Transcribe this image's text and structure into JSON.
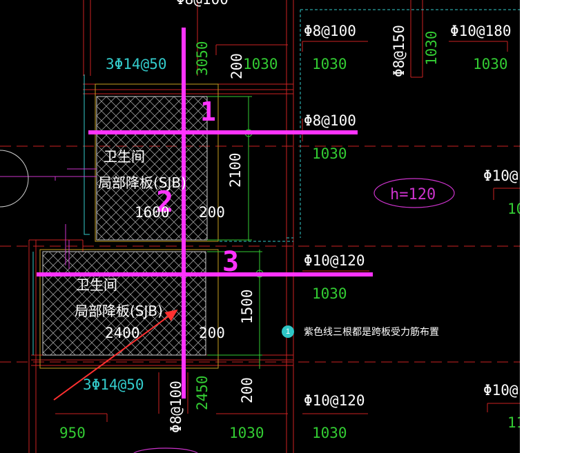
{
  "labels": {
    "top_partial": "Φ8@100",
    "rebar_3phi14_top": "3Φ14@50",
    "rebar_3phi14_bottom": "3Φ14@50",
    "dim_3050": "3050",
    "dim_200_a": "200",
    "dim_1030_a": "1030",
    "rebar_phi8_100_a": "Φ8@100",
    "dim_1030_b": "1030",
    "rebar_phi8_150": "Φ8@150",
    "dim_1030_c": "1030",
    "rebar_phi10_180": "Φ10@180",
    "dim_1030_d": "1030",
    "rebar_phi8_100_b": "Φ8@100",
    "dim_1030_e": "1030",
    "room_a_line1": "卫生间",
    "room_a_line2": "局部降板(SJB)",
    "dim_1600": "1600",
    "dim_200_b": "200",
    "dim_2100": "2100",
    "slab_h": "h=120",
    "rebar_phi10_right_a": "Φ10@",
    "dim_10_right": "10",
    "rebar_phi10_120_a": "Φ10@120",
    "dim_1030_f": "1030",
    "room_b_line1": "卫生间",
    "room_b_line2": "局部降板(SJB)",
    "dim_2400": "2400",
    "dim_200_c": "200",
    "dim_1500": "1500",
    "dim_200_d": "200",
    "rebar_phi8_100_c": "Φ8@100",
    "dim_2450": "2450",
    "dim_950": "950",
    "dim_1030_g": "1030",
    "rebar_phi10_120_b": "Φ10@120",
    "dim_1030_h": "1030",
    "rebar_phi10_right_b": "Φ10@",
    "dim_11_right": "11"
  },
  "markers": {
    "m1": "1",
    "m2": "2",
    "m3": "3"
  },
  "annotation": {
    "badge": "1",
    "text": "紫色线三根都是跨板受力筋布置"
  },
  "colors": {
    "background": "#000000",
    "page": "#ffffff",
    "magenta": "#ff33ff",
    "green": "#33cc33",
    "cyan": "#33cccc",
    "red": "#cc2222",
    "white": "#ffffff",
    "badge": "#2fc6c6"
  }
}
